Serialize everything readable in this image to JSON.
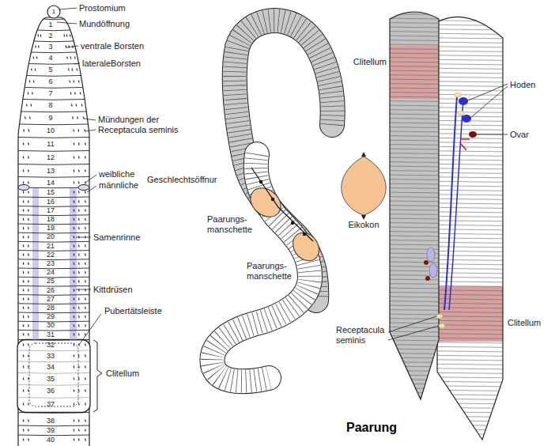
{
  "diagram": {
    "caption": "Paarung",
    "labels": [
      "Prostomium",
      "Mundöffnung",
      "ventrale Borsten",
      "lateraleBorsten",
      "Mündungen der Receptacula seminis",
      "weibliche",
      "männliche",
      "Geschlechtsöffnur",
      "Samenrinne",
      "Kittdrüsen",
      "Pubertätsleiste",
      "Clitellum",
      "1",
      "1",
      "2",
      "3",
      "4",
      "5",
      "6",
      "7",
      "8",
      "9",
      "10",
      "11",
      "12",
      "13",
      "14",
      "15",
      "16",
      "17",
      "18",
      "19",
      "20",
      "21",
      "22",
      "23",
      "24",
      "25",
      "26",
      "27",
      "28",
      "29",
      "30",
      "31",
      "32",
      "33",
      "34",
      "35",
      "36",
      "37",
      "38",
      "39",
      "40",
      "Paarungs- manschette",
      "Paarungs- manschette",
      "Eikokon",
      "Clitellum",
      "Hoden",
      "Ovar",
      "Receptacula seminis",
      "Clitellum"
    ]
  }
}
